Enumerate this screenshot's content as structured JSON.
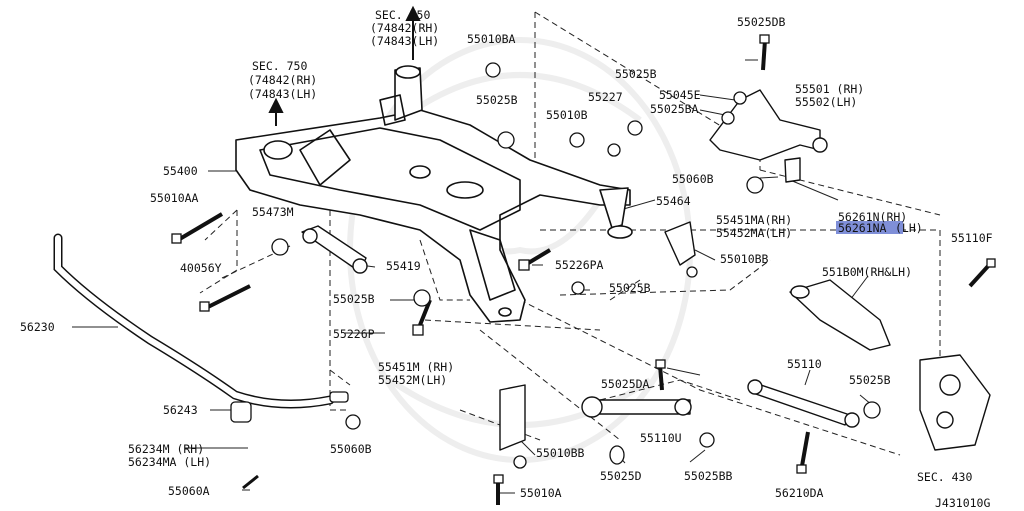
{
  "diagram": {
    "code": "J431010G",
    "labels": [
      {
        "id": "sec750-top-1",
        "text": "SEC. 750"
      },
      {
        "id": "sec750-top-2",
        "text": "(74842(RH)"
      },
      {
        "id": "sec750-top-3",
        "text": "(74843(LH)"
      },
      {
        "id": "sec750-left-1",
        "text": "SEC. 750"
      },
      {
        "id": "sec750-left-2",
        "text": "(74842(RH)"
      },
      {
        "id": "sec750-left-3",
        "text": "(74843(LH)"
      },
      {
        "id": "p55010BA",
        "text": "55010BA"
      },
      {
        "id": "p55025DB",
        "text": "55025DB"
      },
      {
        "id": "p55025B-a",
        "text": "55025B"
      },
      {
        "id": "p55025B-b",
        "text": "55025B"
      },
      {
        "id": "p55227",
        "text": "55227"
      },
      {
        "id": "p55010B",
        "text": "55010B"
      },
      {
        "id": "p55045E",
        "text": "55045E"
      },
      {
        "id": "p55025BA",
        "text": "55025BA"
      },
      {
        "id": "p55501",
        "text": "55501 (RH)"
      },
      {
        "id": "p55502",
        "text": "55502(LH)"
      },
      {
        "id": "p55400",
        "text": "55400"
      },
      {
        "id": "p55060B-top",
        "text": "55060B"
      },
      {
        "id": "p55010AA",
        "text": "55010AA"
      },
      {
        "id": "p55473M",
        "text": "55473M"
      },
      {
        "id": "p55464",
        "text": "55464"
      },
      {
        "id": "p56261N",
        "text": "56261N(RH)"
      },
      {
        "id": "p56261NA-part",
        "text": "56261NA"
      },
      {
        "id": "p56261NA-side",
        "text": "(LH)"
      },
      {
        "id": "p55451MA",
        "text": "55451MA(RH)"
      },
      {
        "id": "p55452MA",
        "text": "55452MA(LH)"
      },
      {
        "id": "p55110F",
        "text": "55110F"
      },
      {
        "id": "p40056Y",
        "text": "40056Y"
      },
      {
        "id": "p55419",
        "text": "55419"
      },
      {
        "id": "p55226PA",
        "text": "55226PA"
      },
      {
        "id": "p55010BB-a",
        "text": "55010BB"
      },
      {
        "id": "p551B0M",
        "text": "551B0M(RH&LH)"
      },
      {
        "id": "p55025B-c",
        "text": "55025B"
      },
      {
        "id": "p55025B-d",
        "text": "55025B"
      },
      {
        "id": "p56230",
        "text": "56230"
      },
      {
        "id": "p55226P",
        "text": "55226P"
      },
      {
        "id": "p55451M",
        "text": "55451M (RH)"
      },
      {
        "id": "p55452M",
        "text": "55452M(LH)"
      },
      {
        "id": "p55110",
        "text": "55110"
      },
      {
        "id": "p55025B-e",
        "text": "55025B"
      },
      {
        "id": "p55025DA",
        "text": "55025DA"
      },
      {
        "id": "p56243",
        "text": "56243"
      },
      {
        "id": "p55110U",
        "text": "55110U"
      },
      {
        "id": "p56234M",
        "text": "56234M (RH)"
      },
      {
        "id": "p56234MA",
        "text": "56234MA (LH)"
      },
      {
        "id": "p55060B-bot",
        "text": "55060B"
      },
      {
        "id": "p55010BB-b",
        "text": "55010BB"
      },
      {
        "id": "p55025D",
        "text": "55025D"
      },
      {
        "id": "p55025BB",
        "text": "55025BB"
      },
      {
        "id": "sec430",
        "text": "SEC. 430"
      },
      {
        "id": "p55060A",
        "text": "55060A"
      },
      {
        "id": "p55010A",
        "text": "55010A"
      },
      {
        "id": "p56210DA",
        "text": "56210DA"
      }
    ]
  }
}
